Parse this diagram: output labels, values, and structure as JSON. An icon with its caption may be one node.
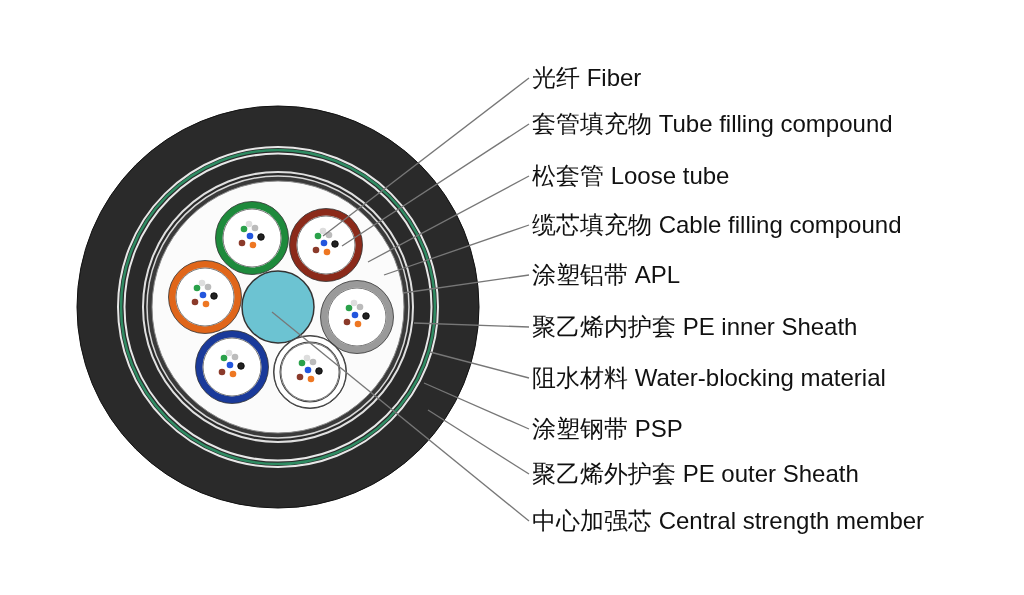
{
  "diagram": {
    "nodes": [
      {
        "text": [
          "光纤 Fiber"
        ]
      },
      {
        "text": [
          "套管填充物 Tube filling compound"
        ]
      },
      {
        "text": [
          "松套管 Loose tube"
        ]
      },
      {
        "text": [
          "缆芯填充物 Cable filling compound"
        ]
      },
      {
        "text": [
          "涂塑铝带 APL"
        ]
      },
      {
        "text": [
          "聚乙烯内护套 PE inner Sheath"
        ]
      },
      {
        "text": [
          "阻水材料 Water-blocking material"
        ]
      },
      {
        "text": [
          "涂塑钢带 PSP"
        ]
      },
      {
        "text": [
          "聚乙烯外护套 PE outer Sheath"
        ]
      },
      {
        "text": [
          "中心加强芯 Central strength member"
        ]
      }
    ],
    "edges": [
      {
        "from": 0,
        "to": null,
        "arrow": "none"
      },
      {
        "from": 1,
        "to": null,
        "arrow": "none"
      },
      {
        "from": 2,
        "to": null,
        "arrow": "none"
      },
      {
        "from": 3,
        "to": null,
        "arrow": "none"
      },
      {
        "from": 4,
        "to": null,
        "arrow": "none"
      },
      {
        "from": 5,
        "to": null,
        "arrow": "none"
      },
      {
        "from": 6,
        "to": null,
        "arrow": "none"
      },
      {
        "from": 7,
        "to": null,
        "arrow": "none"
      },
      {
        "from": 8,
        "to": null,
        "arrow": "none"
      },
      {
        "from": 9,
        "to": null,
        "arrow": "none"
      }
    ]
  }
}
